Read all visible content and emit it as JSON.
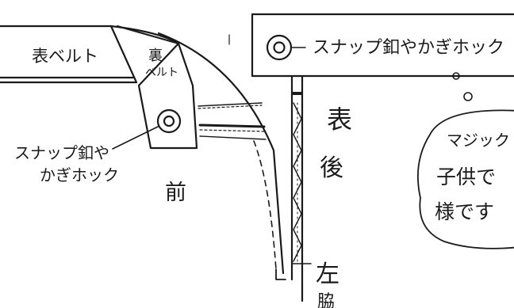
{
  "labels": {
    "outer_belt": "表ベルト",
    "inner_belt_1": "裏",
    "inner_belt_2": "ベルト",
    "snap_left_1": "スナップ釦や",
    "snap_left_2": "かぎホック",
    "front": "前",
    "snap_top": "スナップ釦やかぎホック",
    "outer_1": "表",
    "back": "後",
    "left_1": "左",
    "left_2": "脇",
    "bubble_1": "マジック",
    "bubble_2": "子供で",
    "bubble_3": "様です"
  },
  "colors": {
    "ink": "#1a1a1a",
    "paper": "#ffffff"
  }
}
